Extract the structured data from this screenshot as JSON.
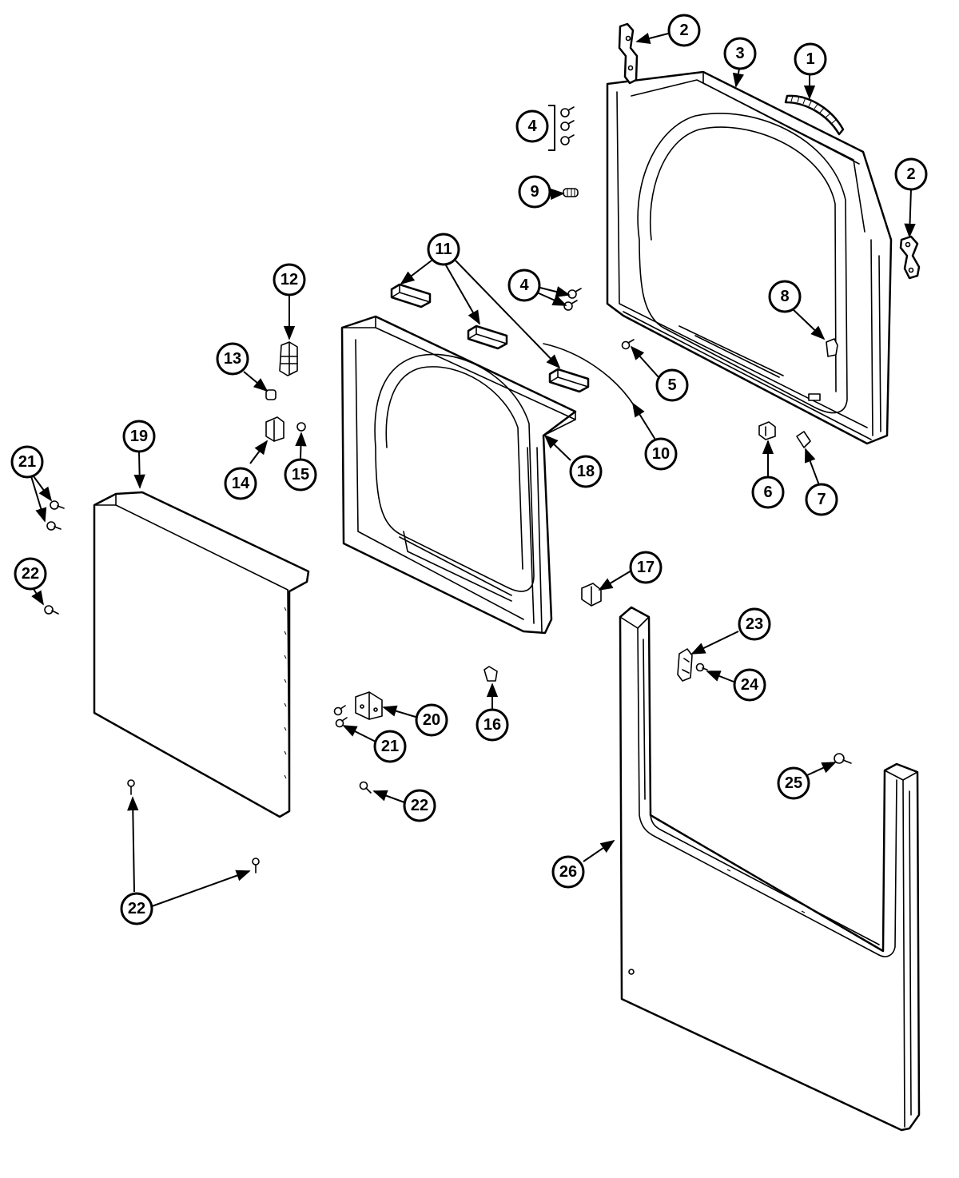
{
  "callouts": {
    "c1": "1",
    "c2a": "2",
    "c2b": "2",
    "c3": "3",
    "c4a": "4",
    "c4b": "4",
    "c5": "5",
    "c6": "6",
    "c7": "7",
    "c8": "8",
    "c9": "9",
    "c10": "10",
    "c11": "11",
    "c12": "12",
    "c13": "13",
    "c14": "14",
    "c15": "15",
    "c16": "16",
    "c17": "17",
    "c18": "18",
    "c19": "19",
    "c20": "20",
    "c21a": "21",
    "c21b": "21",
    "c22a": "22",
    "c22b": "22",
    "c22c": "22",
    "c23": "23",
    "c24": "24",
    "c25": "25",
    "c26": "26"
  }
}
